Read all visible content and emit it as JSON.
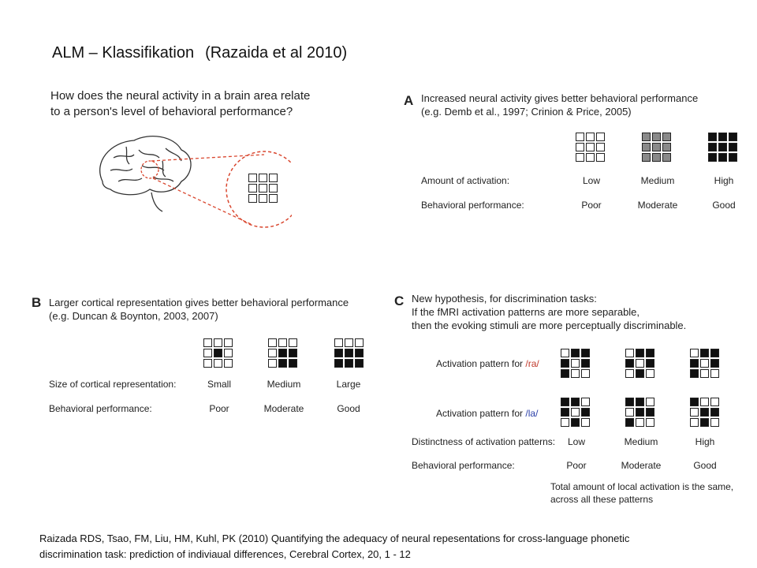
{
  "title": "ALM – Klassifikation",
  "subtitle": "(Razaida et al 2010)",
  "topleft": {
    "question_l1": "How does the neural activity in a brain area relate",
    "question_l2": "to a person's level of behavioral performance?",
    "zoom_pattern": [
      [
        0,
        0,
        0
      ],
      [
        0,
        0,
        0
      ],
      [
        0,
        0,
        0
      ]
    ]
  },
  "panelA": {
    "letter": "A",
    "heading_l1": "Increased neural activity gives better behavioral performance",
    "heading_l2": "(e.g. Demb et al., 1997; Crinion & Price, 2005)",
    "row1_label": "Amount of activation:",
    "row2_label": "Behavioral performance:",
    "columns": [
      {
        "activation": "Low",
        "performance": "Poor",
        "pattern": [
          [
            0,
            0,
            0
          ],
          [
            0,
            0,
            0
          ],
          [
            0,
            0,
            0
          ]
        ]
      },
      {
        "activation": "Medium",
        "performance": "Moderate",
        "pattern": [
          [
            1,
            1,
            1
          ],
          [
            1,
            1,
            1
          ],
          [
            1,
            1,
            1
          ]
        ]
      },
      {
        "activation": "High",
        "performance": "Good",
        "pattern": [
          [
            2,
            2,
            2
          ],
          [
            2,
            2,
            2
          ],
          [
            2,
            2,
            2
          ]
        ]
      }
    ]
  },
  "panelB": {
    "letter": "B",
    "heading_l1": "Larger cortical representation gives better behavioral performance",
    "heading_l2": "(e.g. Duncan & Boynton, 2003, 2007)",
    "row1_label": "Size of cortical representation:",
    "row2_label": "Behavioral performance:",
    "columns": [
      {
        "size": "Small",
        "performance": "Poor",
        "pattern": [
          [
            0,
            0,
            0
          ],
          [
            0,
            2,
            0
          ],
          [
            0,
            0,
            0
          ]
        ]
      },
      {
        "size": "Medium",
        "performance": "Moderate",
        "pattern": [
          [
            0,
            0,
            0
          ],
          [
            0,
            2,
            2
          ],
          [
            0,
            2,
            2
          ]
        ]
      },
      {
        "size": "Large",
        "performance": "Good",
        "pattern": [
          [
            0,
            0,
            0
          ],
          [
            2,
            2,
            2
          ],
          [
            2,
            2,
            2
          ]
        ]
      }
    ]
  },
  "panelC": {
    "letter": "C",
    "heading_l1": "New hypothesis, for discrimination tasks:",
    "heading_l2": "If the fMRI activation patterns are more separable,",
    "heading_l3": "then the evoking stimuli are more perceptually discriminable.",
    "ra_label_prefix": "Activation pattern for ",
    "ra_label_phoneme": "/ra/",
    "la_label_prefix": "Activation pattern for ",
    "la_label_phoneme": "/la/",
    "row_distinct_label": "Distinctness of activation patterns:",
    "row_perf_label": "Behavioral performance:",
    "columns": [
      {
        "distinctness": "Low",
        "performance": "Poor",
        "ra": [
          [
            0,
            2,
            2
          ],
          [
            2,
            0,
            2
          ],
          [
            2,
            0,
            0
          ]
        ],
        "la": [
          [
            2,
            2,
            0
          ],
          [
            2,
            0,
            2
          ],
          [
            0,
            2,
            0
          ]
        ]
      },
      {
        "distinctness": "Medium",
        "performance": "Moderate",
        "ra": [
          [
            0,
            2,
            2
          ],
          [
            2,
            0,
            2
          ],
          [
            0,
            2,
            0
          ]
        ],
        "la": [
          [
            2,
            2,
            0
          ],
          [
            0,
            2,
            2
          ],
          [
            2,
            0,
            0
          ]
        ]
      },
      {
        "distinctness": "High",
        "performance": "Good",
        "ra": [
          [
            0,
            2,
            2
          ],
          [
            2,
            0,
            2
          ],
          [
            2,
            0,
            0
          ]
        ],
        "la": [
          [
            2,
            0,
            0
          ],
          [
            0,
            2,
            2
          ],
          [
            0,
            2,
            0
          ]
        ]
      }
    ],
    "note_l1": "Total amount of local activation is the same,",
    "note_l2": "across all these patterns"
  },
  "citation_l1": "Raizada RDS, Tsao, FM, Liu, HM, Kuhl, PK (2010) Quantifying the adequacy of neural repesentations  for cross-language phonetic",
  "citation_l2": "discrimination task: prediction of indiviaual differences, Cerebral Cortex, 20, 1 - 12",
  "colors": {
    "accent_red": "#d9462e",
    "ra": "#c0392b",
    "la": "#2a3fa8",
    "fill_gray": "#8a8a8a",
    "fill_black": "#111111"
  }
}
